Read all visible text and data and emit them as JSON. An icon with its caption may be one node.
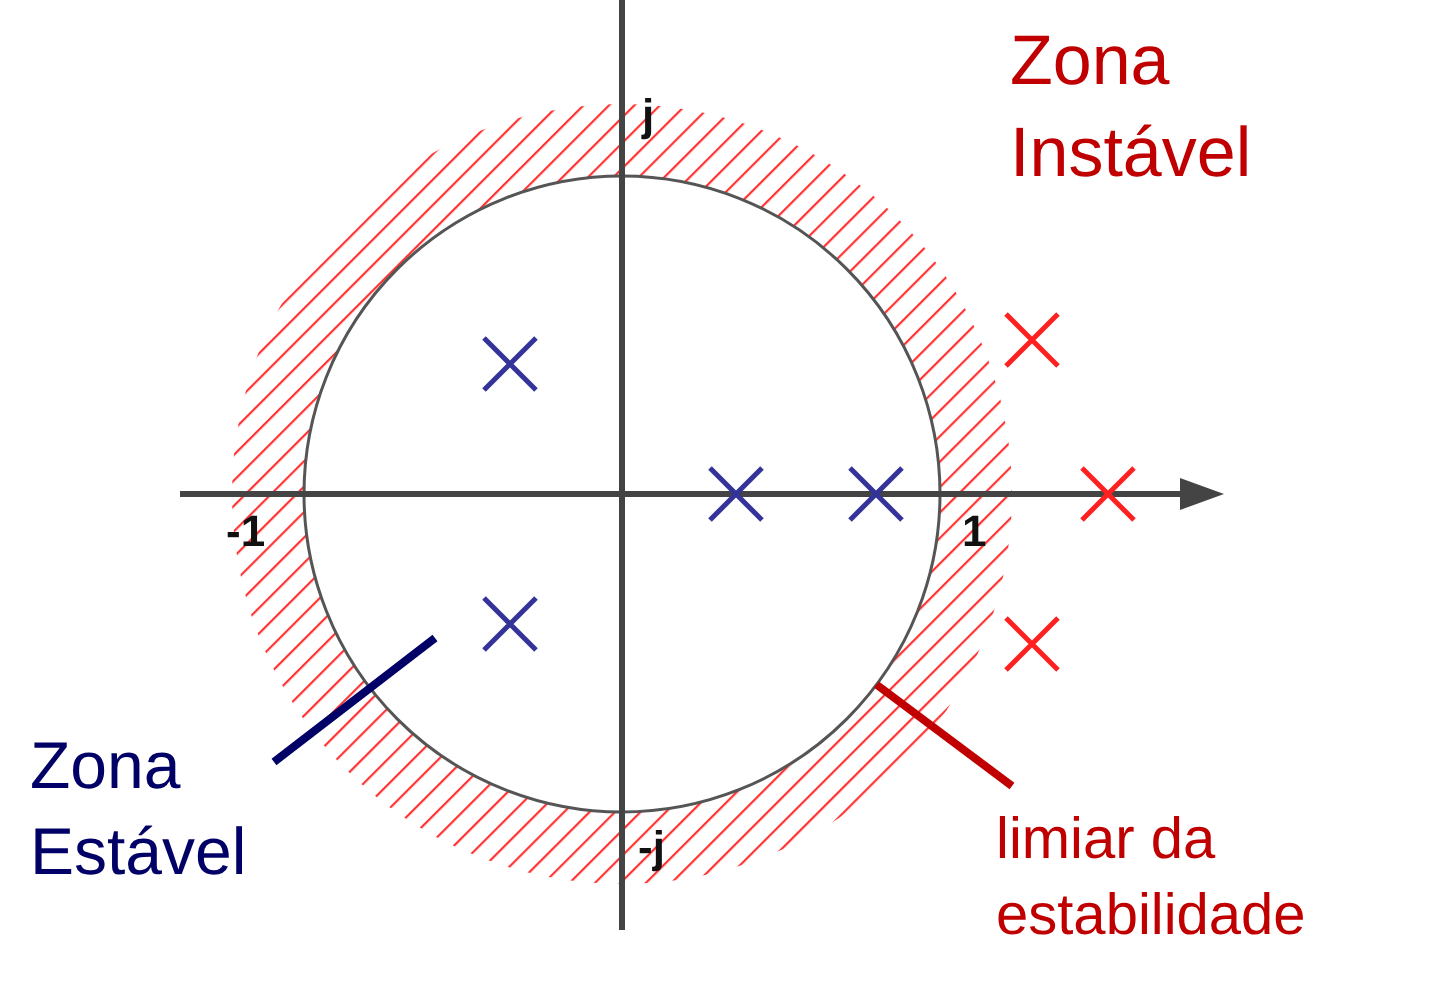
{
  "diagram": {
    "nodes": [
      {
        "text": [],
        "shape": "circle"
      },
      {
        "text": [
          "Zona Estável"
        ]
      },
      {
        "text": [
          "limiar da estabilidade"
        ]
      }
    ],
    "edges": [
      {
        "from": 1,
        "to": 0,
        "arrow": "none",
        "color": "#000066"
      },
      {
        "from": 2,
        "to": 0,
        "arrow": "none",
        "color": "#c00000"
      }
    ],
    "labels": [
      "Zona Instável",
      "j",
      "-1",
      "1",
      "-j"
    ]
  }
}
